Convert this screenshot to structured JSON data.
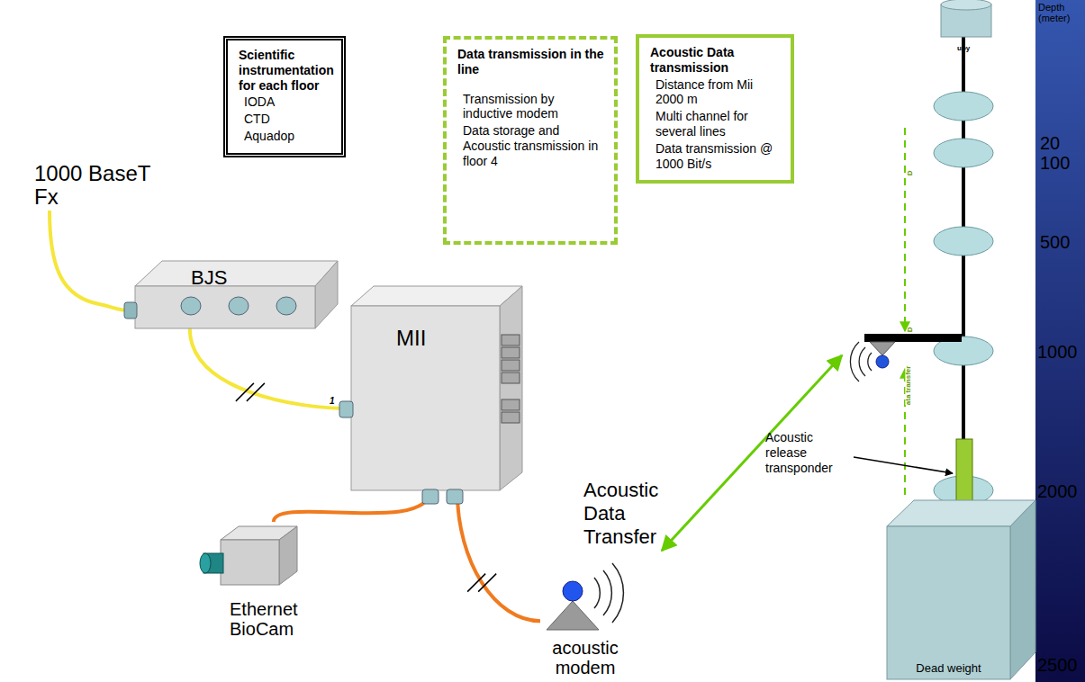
{
  "diagram": {
    "nodes": [
      {
        "text": [
          "Scientific instrumentation for each floor",
          "IODA",
          "CTD",
          "Aquadop"
        ]
      },
      {
        "text": [
          "Data transmission in the line",
          "Transmission by inductive modem",
          "Data storage and Acoustic transmission in floor 4"
        ]
      },
      {
        "text": [
          "Acoustic Data transmission",
          "Distance from Mii 2000 m",
          "Multi channel for several lines",
          "Data transmission @ 1000 Bit/s"
        ]
      },
      {
        "text": [
          "BJS"
        ]
      },
      {
        "text": [
          "MII"
        ]
      },
      {
        "text": [
          "Ethernet BioCam"
        ]
      },
      {
        "text": [
          "acoustic modem"
        ]
      },
      {
        "text": [
          "Dead weight"
        ]
      }
    ],
    "edges": [
      {
        "from": 3,
        "to": 4,
        "arrow": "none"
      },
      {
        "from": 4,
        "to": 5,
        "arrow": "none"
      },
      {
        "from": 4,
        "to": 6,
        "arrow": "none"
      }
    ],
    "labels": [
      "1000 BaseT Fx",
      "1",
      "Acoustic Data Transfer",
      "Acoustic release transponder",
      "uoy",
      "D",
      "D",
      "ata transfer",
      "Depth (meter)",
      "20",
      "100",
      "500",
      "1000",
      "2000",
      "2500"
    ]
  }
}
